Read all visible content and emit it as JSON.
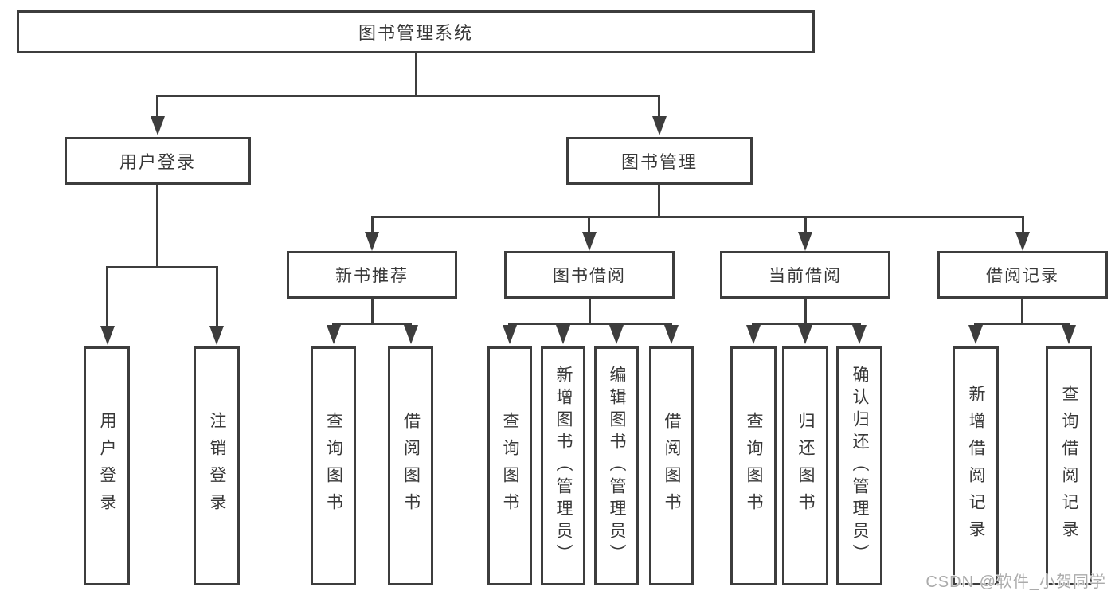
{
  "tree": {
    "root": "图书管理系统",
    "children": [
      {
        "label": "用户登录",
        "children": [
          "用户登录",
          "注销登录"
        ]
      },
      {
        "label": "图书管理",
        "children": [
          {
            "label": "新书推荐",
            "children": [
              "查询图书",
              "借阅图书"
            ]
          },
          {
            "label": "图书借阅",
            "children": [
              "查询图书",
              "新增图书（管理员）",
              "编辑图书（管理员）",
              "借阅图书"
            ]
          },
          {
            "label": "当前借阅",
            "children": [
              "查询图书",
              "归还图书",
              "确认归还（管理员）"
            ]
          },
          {
            "label": "借阅记录",
            "children": [
              "新增借阅记录",
              "查询借阅记录"
            ]
          }
        ]
      }
    ]
  },
  "watermark": "CSDN @软件_小贺同学",
  "colors": {
    "line": "#3d3d3d",
    "text": "#383838",
    "background": "#ffffff",
    "watermark": "#ababab"
  }
}
